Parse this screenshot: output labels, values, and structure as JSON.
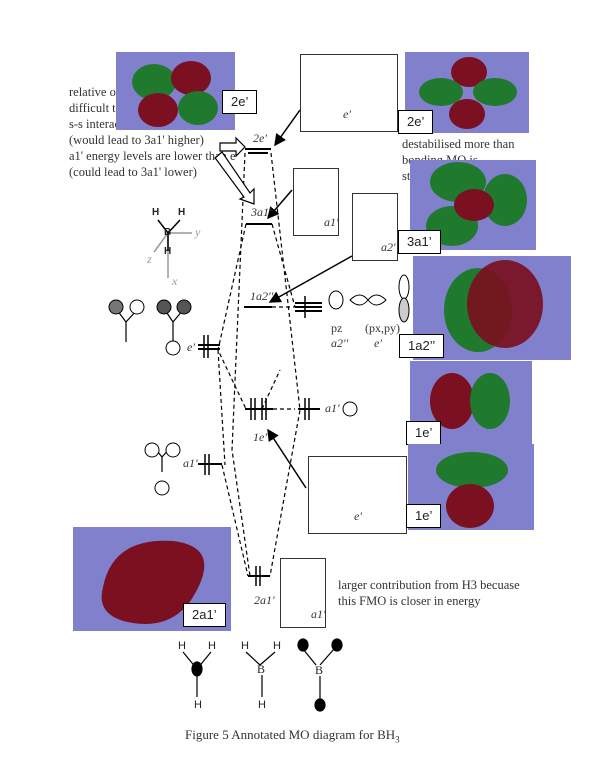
{
  "figure": {
    "caption": "Figure 5 Annotated MO diagram for BH3",
    "caption_main": "Figure 5 Annotated MO diagram for BH",
    "caption_sub": "3"
  },
  "notes": {
    "top_left": [
      "relative orc",
      "difficult to",
      "s-s interact",
      "(would lead to 3a1' higher)",
      "a1' energy levels are lower than e'",
      "(could lead to 3a1' lower)"
    ],
    "top_right": [
      "destabilised more than",
      "bonding MO is",
      "st"
    ],
    "bottom": [
      "larger contribution from H3 becuase",
      "this FMO is closer in energy"
    ]
  },
  "labels": {
    "mo_2e_left": "2e’",
    "mo_2e_right": "2e’",
    "mo_3a1": "3a1’",
    "mo_1a2": "1a2’’",
    "mo_1e_top": "1e’",
    "mo_1e_bottom": "1e’",
    "mo_2a1": "2a1’"
  },
  "levels": {
    "center": [
      "2e'",
      "3a1'",
      "1a2''",
      "1e'",
      "2a1'"
    ],
    "h3": [
      "e'",
      "a1'"
    ],
    "b": [
      "a2''",
      "e'",
      "a1'"
    ]
  },
  "orbital_tags": {
    "pz": "pz",
    "pxpy": "(px,py)",
    "a2": "a2''",
    "e": "e'",
    "a1": "a1'"
  },
  "axes": {
    "x": "x",
    "y": "y",
    "z": "z"
  },
  "atoms": {
    "H": "H",
    "B": "B"
  },
  "colors": {
    "mo_background": "#8080cc",
    "lobe_red": "#7a1020",
    "lobe_green": "#1f7a2e"
  }
}
